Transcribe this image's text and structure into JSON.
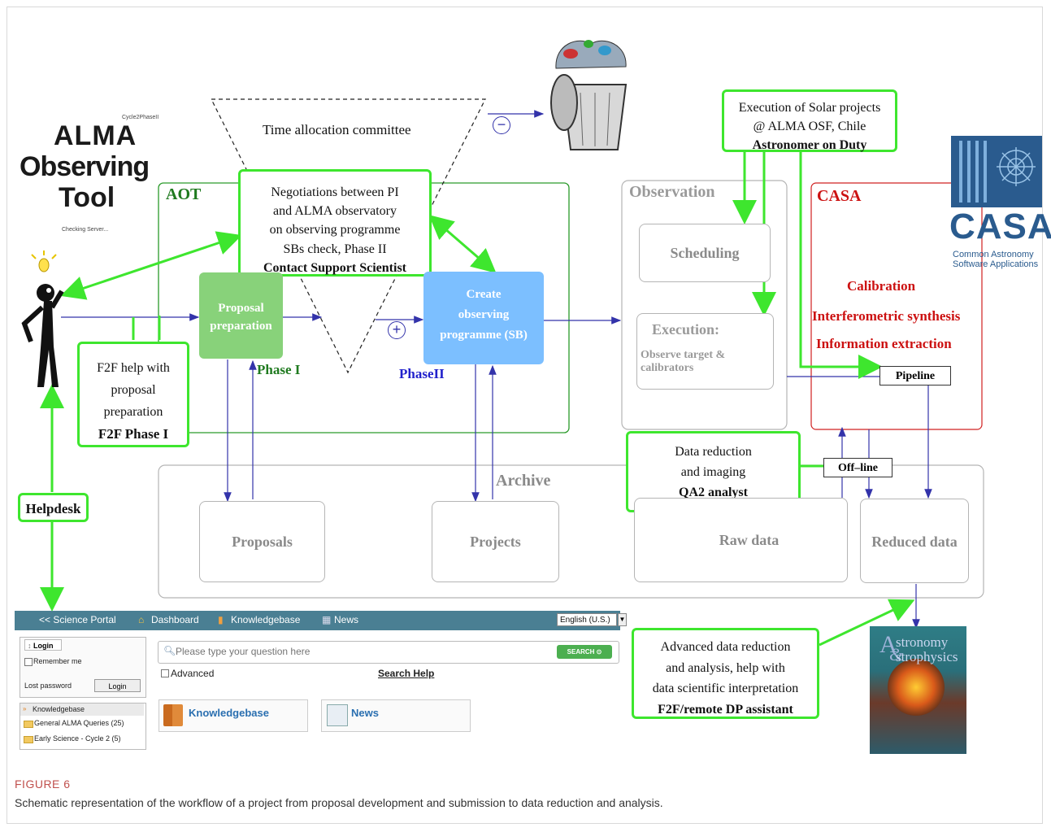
{
  "aot_logo": {
    "small": "Cycle2PhaseII",
    "line1": "ALMA",
    "line2": "Observing",
    "line3": "Tool",
    "status": "Checking Server..."
  },
  "tac": {
    "label": "Time allocation committee"
  },
  "negotiation": {
    "lines": [
      "Negotiations between PI",
      "and ALMA observatory",
      "on observing programme",
      "SBs check, Phase II"
    ],
    "bold": "Contact Support Scientist"
  },
  "aot": {
    "label": "AOT",
    "proposal_prep": [
      "Proposal",
      "preparation"
    ],
    "phase1": "Phase I",
    "create_prog": [
      "Create",
      "observing",
      "programme (SB)"
    ],
    "phase2": "PhaseII",
    "plus": "+",
    "minus": "−"
  },
  "f2f": {
    "lines": [
      "F2F help with",
      "proposal",
      "preparation"
    ],
    "bold": "F2F Phase I"
  },
  "helpdesk": {
    "label": "Helpdesk"
  },
  "solar": {
    "lines": [
      "Execution of Solar projects",
      "@ ALMA OSF, Chile"
    ],
    "bold": "Astronomer on Duty"
  },
  "observation": {
    "label": "Observation",
    "scheduling": "Scheduling",
    "execution": "Execution:",
    "execution_sub": [
      "Observe target &",
      "calibrators"
    ]
  },
  "casa": {
    "label": "CASA",
    "items": [
      "Calibration",
      "Interferometric synthesis",
      "Information extraction"
    ],
    "pipeline": "Pipeline",
    "logo_word": "CASA",
    "logo_sub": [
      "Common Astronomy",
      "Software Applications"
    ]
  },
  "qa2": {
    "lines": [
      "Data reduction",
      "and imaging"
    ],
    "bold": "QA2 analyst"
  },
  "offline": "Off–line",
  "archive": {
    "label": "Archive",
    "proposals": "Proposals",
    "projects": "Projects",
    "raw": "Raw data",
    "reduced": "Reduced data"
  },
  "dp_assistant": {
    "lines": [
      "Advanced data reduction",
      "and analysis, help with",
      "data scientific interpretation"
    ],
    "bold": "F2F/remote DP assistant"
  },
  "journal": {
    "line1": "stronomy",
    "line2": "strophysics",
    "A": "A",
    "amp": "&"
  },
  "portal": {
    "nav": [
      "<< Science Portal",
      "Dashboard",
      "Knowledgebase",
      "News"
    ],
    "language": "English (U.S.)",
    "login_tab": "Login",
    "remember": "Remember me",
    "lost_password": "Lost password",
    "login_btn": "Login",
    "search_placeholder": "Please type your question here",
    "search_btn": "SEARCH",
    "advanced": "Advanced",
    "search_help": "Search Help",
    "kb_tile": "Knowledgebase",
    "news_tile": "News",
    "side_header": "Knowledgebase",
    "side_items": [
      "General ALMA Queries (25)",
      "Early Science - Cycle 2 (5)"
    ]
  },
  "caption": {
    "label": "FIGURE 6",
    "text": "Schematic representation of the workflow of a project from proposal development and submission to data reduction and analysis."
  },
  "colors": {
    "green": "#3ee62e",
    "blue": "#3333aa",
    "red": "#cc1111",
    "aot_green": "#1f7a1f"
  }
}
